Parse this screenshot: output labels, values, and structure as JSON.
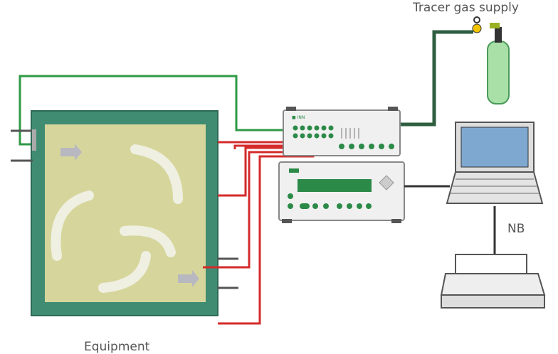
{
  "labels": {
    "tracer_gas_supply": "Tracer gas supply",
    "equipment": "Equipment",
    "nb": "NB"
  },
  "colors": {
    "chamber_frame": "#3f8c73",
    "chamber_fill": "#d6d69c",
    "supply_tube": "#2e5e3f",
    "sample_tubes": "#d42a2a",
    "dosing_tube": "#2e9a45",
    "device_green": "#2c8a48"
  }
}
